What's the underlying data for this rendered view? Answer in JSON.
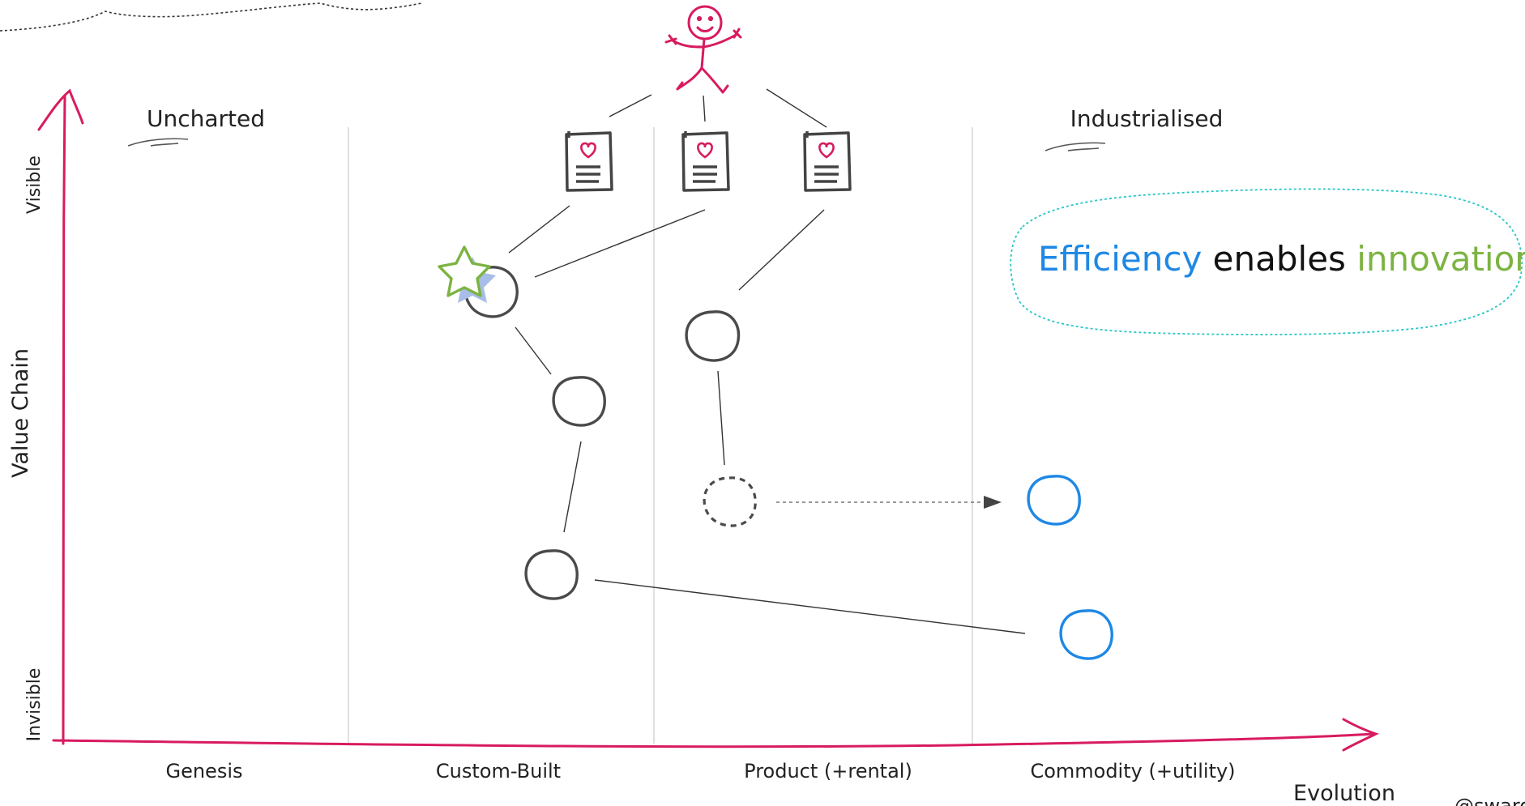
{
  "diagram": {
    "axis": {
      "y_title": "Value Chain",
      "y_top": "Visible",
      "y_bottom": "Invisible",
      "x_title": "Evolution"
    },
    "region_labels": {
      "left": "Uncharted",
      "right": "Industrialised"
    },
    "stages": [
      "Genesis",
      "Custom-Built",
      "Product (+rental)",
      "Commodity (+utility)"
    ],
    "callout": {
      "word1": "Efficiency",
      "word2": " enables ",
      "word3": "innovation"
    },
    "corner_text": "@swardley",
    "colors": {
      "axis": "#d81b60",
      "component": "#555555",
      "evolved": "#1e88e5",
      "word1": "#1e88e5",
      "word2": "#111111",
      "word3": "#7cb342",
      "callout_border": "#26c6c6",
      "star": "#7cb342",
      "star_shadow": "#9fb7e6"
    }
  }
}
